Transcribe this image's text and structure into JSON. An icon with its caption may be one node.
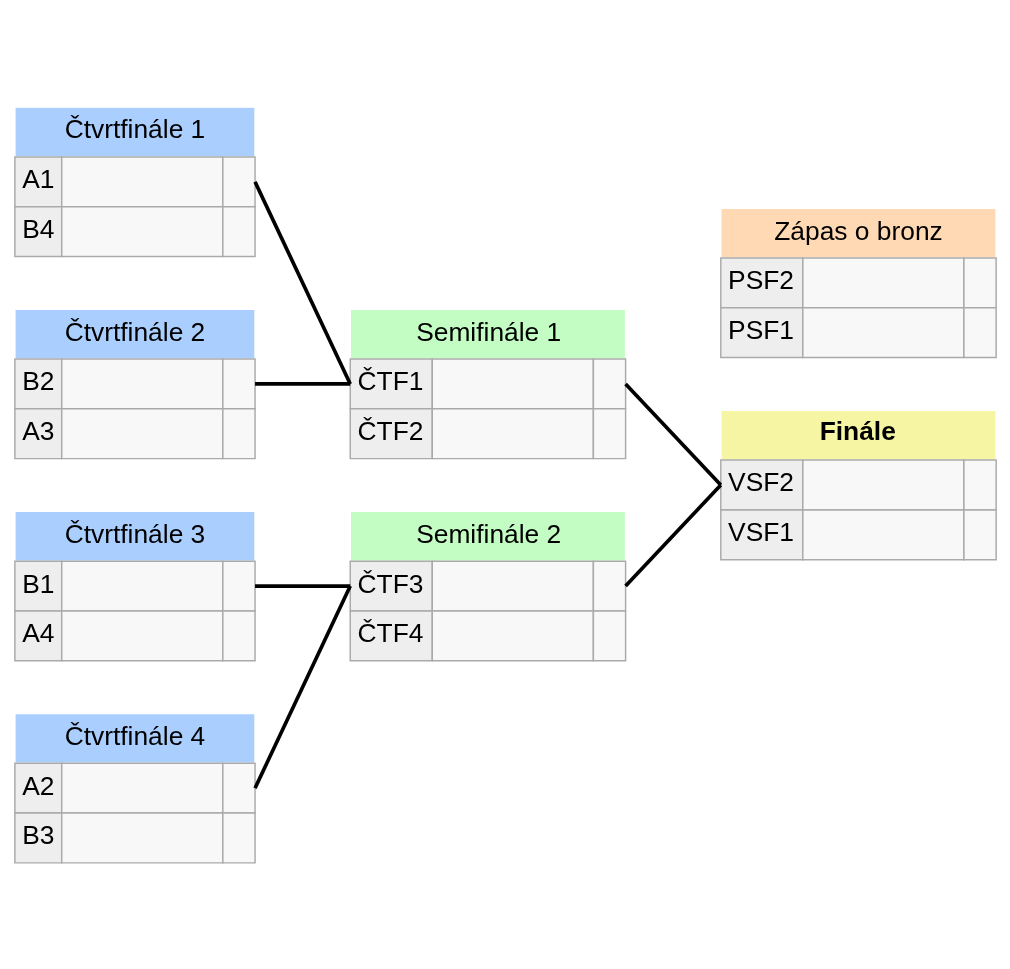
{
  "diagram": {
    "nodes": [
      {
        "text": [
          "Čtvrtfinále 1",
          "A1",
          "B4"
        ]
      },
      {
        "text": [
          "Čtvrtfinále 2",
          "B2",
          "A3"
        ]
      },
      {
        "text": [
          "Čtvrtfinále 3",
          "B1",
          "A4"
        ]
      },
      {
        "text": [
          "Čtvrtfinále 4",
          "A2",
          "B3"
        ]
      },
      {
        "text": [
          "Semifinále 1",
          "ČTF1",
          "ČTF2"
        ]
      },
      {
        "text": [
          "Semifinále 2",
          "ČTF3",
          "ČTF4"
        ]
      },
      {
        "text": [
          "Finále",
          "VSF2",
          "VSF1"
        ]
      },
      {
        "text": [
          "Zápas o bronz",
          "PSF2",
          "PSF1"
        ]
      }
    ],
    "edges": [
      {
        "from": 0,
        "to": 4,
        "arrow": "none"
      },
      {
        "from": 1,
        "to": 4,
        "arrow": "none"
      },
      {
        "from": 2,
        "to": 5,
        "arrow": "none"
      },
      {
        "from": 3,
        "to": 5,
        "arrow": "none"
      },
      {
        "from": 4,
        "to": 6,
        "arrow": "none"
      },
      {
        "from": 5,
        "to": 6,
        "arrow": "none"
      }
    ]
  }
}
